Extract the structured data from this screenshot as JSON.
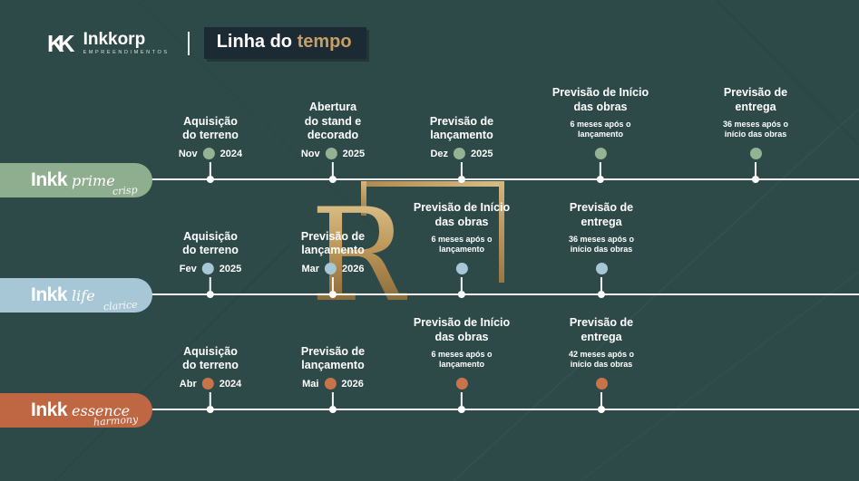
{
  "header": {
    "logo": {
      "monogram": "KK",
      "name": "Inkkorp",
      "tagline": "EMPREENDIMENTOS"
    },
    "title": {
      "prefix": "Linha do ",
      "accent": "tempo"
    }
  },
  "watermark": {
    "letter": "R"
  },
  "colors": {
    "background": "#2d4a49",
    "title_bg": "#1b2a33",
    "gold": "#c99e63",
    "prime_accent": "#95b392",
    "life_accent": "#a7c6d6",
    "essence_accent": "#c9734a",
    "line": "#ffffff"
  },
  "timelines": [
    {
      "name": "prime",
      "brand": "Inkk",
      "word": "prime",
      "script": "crisp",
      "accent": "#95b392",
      "milestones": [
        {
          "title": "Aquisição\ndo terreno",
          "month": "Nov",
          "year": "2024"
        },
        {
          "title": "Abertura\ndo stand e\ndecorado",
          "month": "Nov",
          "year": "2025"
        },
        {
          "title": "Previsão de\nlançamento",
          "month": "Dez",
          "year": "2025"
        },
        {
          "title": "Previsão de Início\ndas obras",
          "subtitle": "6 meses após o\nlançamento"
        },
        {
          "title": "Previsão de\nentrega",
          "subtitle": "36 meses após o\ninício das obras"
        }
      ]
    },
    {
      "name": "life",
      "brand": "Inkk",
      "word": "life",
      "script": "clarice",
      "accent": "#a7c6d6",
      "milestones": [
        {
          "title": "Aquisição\ndo terreno",
          "month": "Fev",
          "year": "2025"
        },
        {
          "title": "Previsão de\nlançamento",
          "month": "Mar",
          "year": "2026"
        },
        {
          "title": "Previsão de Início\ndas obras",
          "subtitle": "6 meses após o\nlançamento"
        },
        {
          "title": "Previsão de\nentrega",
          "subtitle": "36 meses após o\ninício das obras"
        }
      ]
    },
    {
      "name": "essence",
      "brand": "Inkk",
      "word": "essence",
      "script": "harmony",
      "accent": "#c9734a",
      "milestones": [
        {
          "title": "Aquisição\ndo terreno",
          "month": "Abr",
          "year": "2024"
        },
        {
          "title": "Previsão de\nlançamento",
          "month": "Mai",
          "year": "2026"
        },
        {
          "title": "Previsão de Início\ndas obras",
          "subtitle": "6 meses após o\nlançamento"
        },
        {
          "title": "Previsão de\nentrega",
          "subtitle": "42 meses após o\ninício das obras"
        }
      ]
    }
  ]
}
